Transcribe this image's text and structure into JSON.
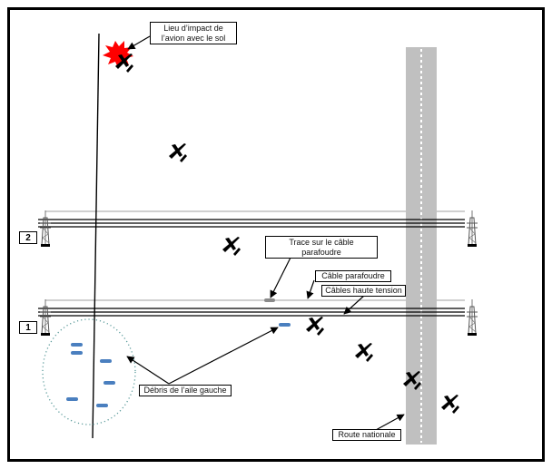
{
  "labels": {
    "impact": "Lieu d’impact de l’avion avec le sol",
    "trace": "Trace sur le câble parafoudre",
    "cable_parafoudre": "Câble parafoudre",
    "cables_ht": "Câbles haute tension",
    "debris": "Débris de l’aile gauche",
    "route": "Route nationale"
  },
  "lines": [
    {
      "id": "1",
      "label": "1"
    },
    {
      "id": "2",
      "label": "2"
    }
  ],
  "icons": {
    "pylon": "pylon-icon",
    "aircraft": "aircraft-icon",
    "explosion": "explosion-icon"
  },
  "colors": {
    "frame": "#000000",
    "road": "#c0c0c0",
    "road_marking": "#ffffff",
    "ground_wire": "#b5b5b5",
    "hv_cable": "#000000",
    "debris": "#4a7fbf",
    "debris_zone": "#5a9a9a",
    "explosion": "#ff0000",
    "trace": "#8a8a8a"
  }
}
